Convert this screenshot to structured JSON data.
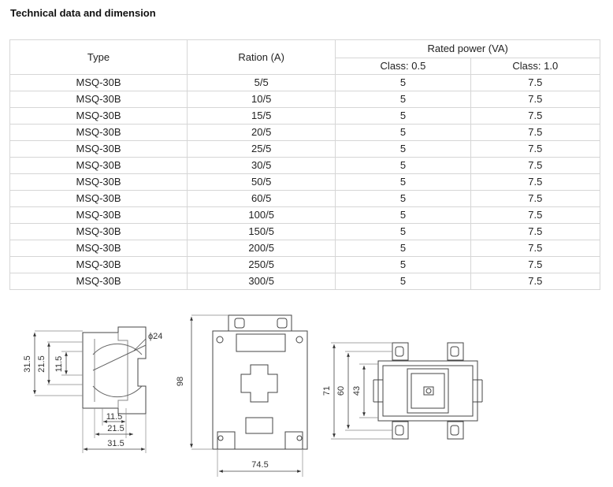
{
  "title": "Technical data and dimension",
  "table": {
    "headers": {
      "type": "Type",
      "ration": "Ration (A)",
      "rated_power": "Rated power (VA)",
      "class_05": "Class: 0.5",
      "class_10": "Class: 1.0"
    },
    "rows": [
      {
        "type": "MSQ-30B",
        "ration": "5/5",
        "c05": "5",
        "c10": "7.5"
      },
      {
        "type": "MSQ-30B",
        "ration": "10/5",
        "c05": "5",
        "c10": "7.5"
      },
      {
        "type": "MSQ-30B",
        "ration": "15/5",
        "c05": "5",
        "c10": "7.5"
      },
      {
        "type": "MSQ-30B",
        "ration": "20/5",
        "c05": "5",
        "c10": "7.5"
      },
      {
        "type": "MSQ-30B",
        "ration": "25/5",
        "c05": "5",
        "c10": "7.5"
      },
      {
        "type": "MSQ-30B",
        "ration": "30/5",
        "c05": "5",
        "c10": "7.5"
      },
      {
        "type": "MSQ-30B",
        "ration": "50/5",
        "c05": "5",
        "c10": "7.5"
      },
      {
        "type": "MSQ-30B",
        "ration": "60/5",
        "c05": "5",
        "c10": "7.5"
      },
      {
        "type": "MSQ-30B",
        "ration": "100/5",
        "c05": "5",
        "c10": "7.5"
      },
      {
        "type": "MSQ-30B",
        "ration": "150/5",
        "c05": "5",
        "c10": "7.5"
      },
      {
        "type": "MSQ-30B",
        "ration": "200/5",
        "c05": "5",
        "c10": "7.5"
      },
      {
        "type": "MSQ-30B",
        "ration": "250/5",
        "c05": "5",
        "c10": "7.5"
      },
      {
        "type": "MSQ-30B",
        "ration": "300/5",
        "c05": "5",
        "c10": "7.5"
      }
    ]
  },
  "drawing": {
    "side": {
      "d31_5": "31.5",
      "d21_5": "21.5",
      "d11_5": "11.5",
      "phi24": "ϕ24",
      "b11_5": "11.5",
      "b21_5": "21.5",
      "b31_5": "31.5"
    },
    "front": {
      "height": "98",
      "width": "74.5"
    },
    "top": {
      "d71": "71",
      "d60": "60",
      "d43": "43"
    }
  }
}
